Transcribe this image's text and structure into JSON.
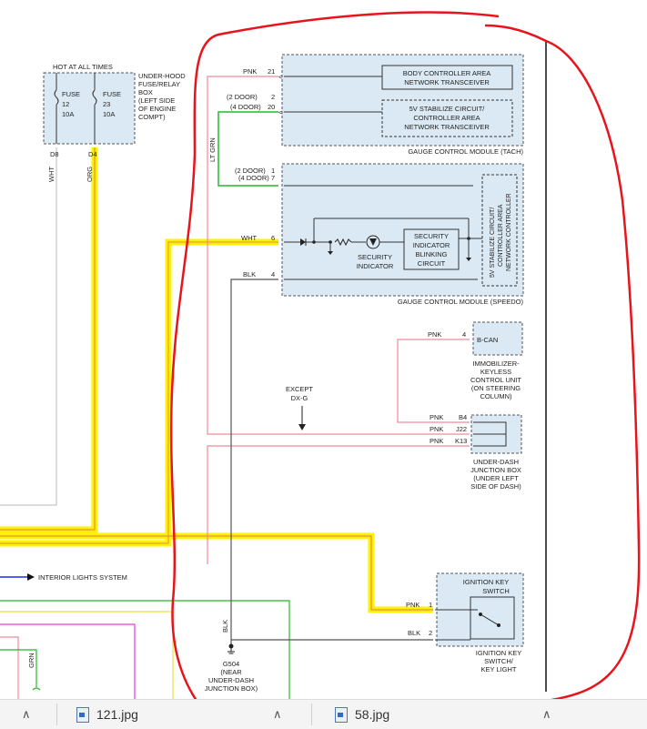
{
  "diagram": {
    "hot_label": "HOT AT ALL TIMES",
    "fuse_box_label": [
      "UNDER-HOOD",
      "FUSE/RELAY",
      "BOX",
      "(LEFT SIDE",
      "OF ENGINE",
      "COMPT)"
    ],
    "fuses": [
      {
        "word": "FUSE",
        "number": "12",
        "rating": "10A",
        "pin": "D8",
        "wire": "WHT"
      },
      {
        "word": "FUSE",
        "number": "23",
        "rating": "10A",
        "pin": "D4",
        "wire": "ORG"
      }
    ],
    "tach_module": {
      "transceiver": [
        "BODY CONTROLLER AREA",
        "NETWORK TRANSCEIVER"
      ],
      "stabilize": [
        "5V STABILIZE CIRCUIT/",
        "CONTROLLER AREA",
        "NETWORK TRANSCEIVER"
      ],
      "caption": "GAUGE CONTROL MODULE (TACH)",
      "pins": [
        {
          "wire": "PNK",
          "pin": "21"
        },
        {
          "wire": "(2 DOOR)",
          "pin": "2"
        },
        {
          "wire": "(4 DOOR)",
          "pin": "20"
        }
      ]
    },
    "lt_grn": "LT GRN",
    "speedo_module": {
      "pins": [
        {
          "wire": "(2 DOOR)",
          "pin": "1"
        },
        {
          "wire": "(4 DOOR)",
          "pin": "7"
        },
        {
          "wire": "WHT",
          "pin": "6"
        },
        {
          "wire": "BLK",
          "pin": "4"
        }
      ],
      "blinking": [
        "SECURITY",
        "INDICATOR",
        "BLINKING",
        "CIRCUIT"
      ],
      "indicator": [
        "SECURITY",
        "INDICATOR"
      ],
      "stabilize_vertical": [
        "5V STABILIZE CIRCUIT/",
        "CONTROLLER AREA",
        "NETWORK CONTROLLER"
      ],
      "caption": "GAUGE CONTROL MODULE (SPEEDO)"
    },
    "immobilizer": {
      "pin_wire": "PNK",
      "pin": "4",
      "inside": "B-CAN",
      "caption": [
        "IMMOBILIZER-",
        "KEYLESS",
        "CONTROL UNIT",
        "(ON STEERING",
        "COLUMN)"
      ]
    },
    "except_label": [
      "EXCEPT",
      "DX-G"
    ],
    "junction_box": {
      "pins": [
        {
          "wire": "PNK",
          "pin": "B4"
        },
        {
          "wire": "PNK",
          "pin": "J22"
        },
        {
          "wire": "PNK",
          "pin": "K13"
        }
      ],
      "caption": [
        "UNDER-DASH",
        "JUNCTION BOX",
        "(UNDER LEFT",
        "SIDE OF DASH)"
      ]
    },
    "interior_lights": "INTERIOR LIGHTS SYSTEM",
    "ignition": {
      "inside": [
        "IGNITION KEY",
        "SWITCH"
      ],
      "pins": [
        {
          "wire": "PNK",
          "pin": "1"
        },
        {
          "wire": "BLK",
          "pin": "2"
        }
      ],
      "caption": [
        "IGNITION KEY",
        "SWITCH/",
        "KEY LIGHT"
      ]
    },
    "ground": {
      "wire": "BLK",
      "name": "G504",
      "note": [
        "(NEAR",
        "UNDER-DASH",
        "JUNCTION BOX)"
      ]
    },
    "grn_label": "GRN"
  },
  "taskbar": {
    "items": [
      {
        "name": "121.jpg"
      },
      {
        "name": "58.jpg"
      }
    ]
  },
  "colors": {
    "highlight": "#fff200",
    "pink_wire": "#f08b9b",
    "green_wire": "#25b82a",
    "orange_wire": "#e8a13a",
    "markup_red": "#e8141c",
    "blue_arrow": "#1a2ee0"
  }
}
